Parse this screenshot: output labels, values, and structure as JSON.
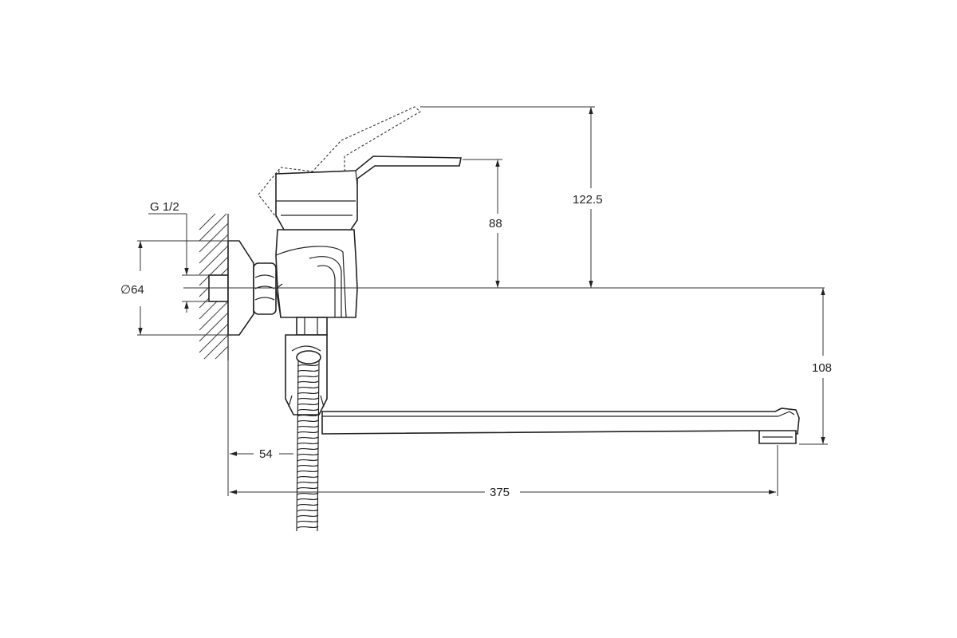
{
  "dimensions": {
    "thread": "G 1/2",
    "flange_diameter": "∅64",
    "handle_height": "88",
    "handle_raised_height": "122.5",
    "spout_drop": "108",
    "wall_offset": "54",
    "spout_length": "375"
  }
}
